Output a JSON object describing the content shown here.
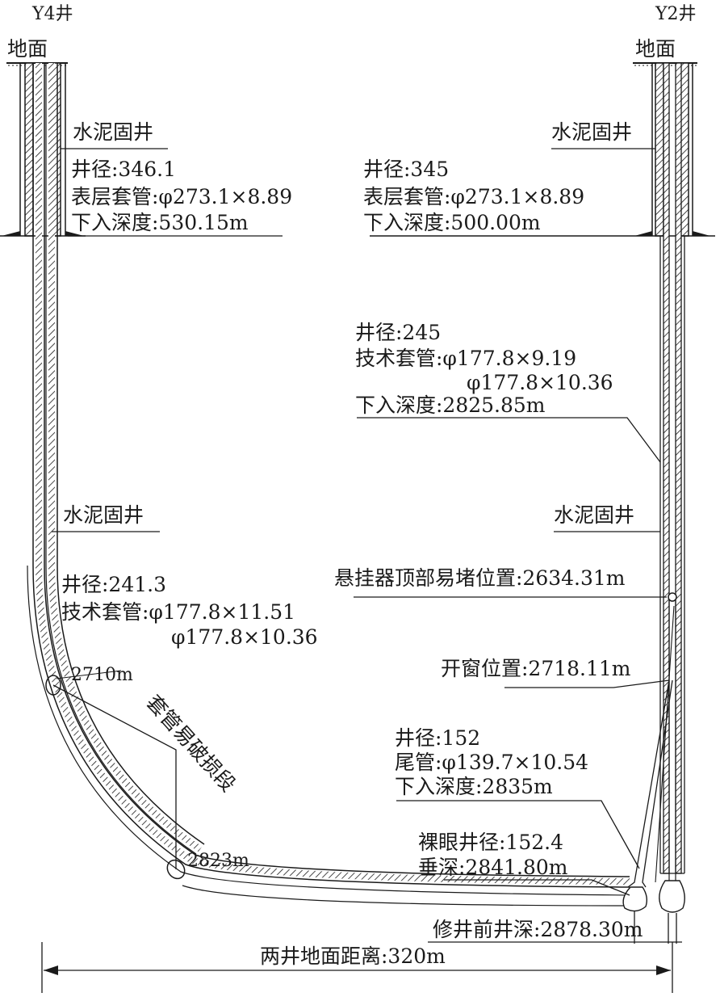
{
  "wells": {
    "y4": {
      "name": "Y4井",
      "ground": "地面",
      "cement_top": "水泥固井",
      "surface": {
        "bore": "井径:346.1",
        "casing": "表层套管:φ273.1×8.89",
        "depth": "下入深度:530.15m"
      },
      "cement_mid": "水泥固井",
      "tech": {
        "bore": "井径:241.3",
        "casing_1": "技术套管:φ177.8×11.51",
        "casing_2": "φ177.8×10.36"
      },
      "mark_top": "2710m",
      "mark_bottom": "2823m",
      "damage_zone": "套管易破损段"
    },
    "y2": {
      "name": "Y2井",
      "ground": "地面",
      "cement_top": "水泥固井",
      "surface": {
        "bore": "井径:345",
        "casing": "表层套管:φ273.1×8.89",
        "depth": "下入深度:500.00m"
      },
      "tech": {
        "bore": "井径:245",
        "casing_1": "技术套管:φ177.8×9.19",
        "casing_2": "φ177.8×10.36",
        "depth": "下入深度:2825.85m"
      },
      "cement_mid": "水泥固井",
      "hanger": "悬挂器顶部易堵位置:2634.31m",
      "window": "开窗位置:2718.11m",
      "liner": {
        "bore": "井径:152",
        "casing": "尾管:φ139.7×10.54",
        "depth": "下入深度:2835m"
      },
      "openhole": {
        "bore": "裸眼井径:152.4",
        "vertical": "垂深:2841.80m"
      },
      "td": "修井前井深:2878.30m"
    }
  },
  "distance": "两井地面距离:320m",
  "colors": {
    "line": "#1a1a1a",
    "background": "#ffffff"
  }
}
